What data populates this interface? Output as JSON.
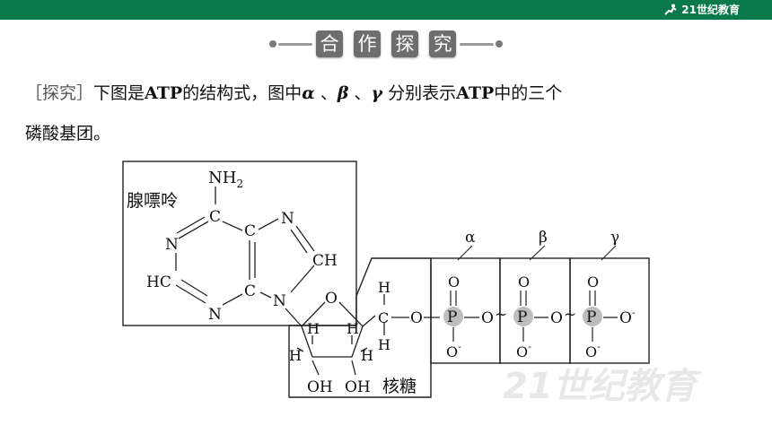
{
  "brand": {
    "logo_text": "21世纪教育",
    "color": "#0b7a4a"
  },
  "section_title": [
    "合",
    "作",
    "探",
    "究"
  ],
  "paragraph": {
    "tag": "［探究］",
    "text1": "下图是",
    "atp1": "ATP",
    "text2": "的结构式，图中",
    "alpha": "α",
    "sep1": " 、",
    "beta": "β",
    "sep2": " 、",
    "gamma": "γ",
    "text3": " 分别表示",
    "atp2": "ATP",
    "text4": "中的三个",
    "text5": "磷酸基团。"
  },
  "diagram": {
    "adenine_label": "腺嘌呤",
    "ribose_label": "核糖",
    "nh2": "NH",
    "nh2_sub": "2",
    "c": "C",
    "n": "N",
    "ch": "CH",
    "hc": "HC",
    "o": "O",
    "h": "H",
    "oh": "OH",
    "p": "P",
    "o_minus": "O",
    "minus": "-",
    "tilde": "~",
    "greek": [
      "α",
      "β",
      "γ"
    ]
  },
  "watermark": "21世纪教育"
}
